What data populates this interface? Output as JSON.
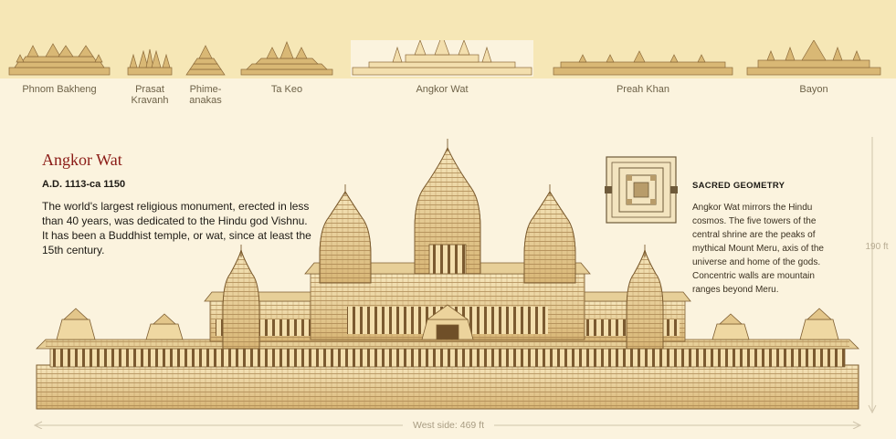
{
  "nav": {
    "items": [
      {
        "id": "phnom-bakheng",
        "label_lines": [
          "Phnom Bakheng"
        ],
        "selected": false
      },
      {
        "id": "prasat-kravanh",
        "label_lines": [
          "Prasat",
          "Kravanh"
        ],
        "selected": false
      },
      {
        "id": "phimeanakas",
        "label_lines": [
          "Phime-",
          "anakas"
        ],
        "selected": false
      },
      {
        "id": "ta-keo",
        "label_lines": [
          "Ta Keo"
        ],
        "selected": false
      },
      {
        "id": "angkor-wat",
        "label_lines": [
          "Angkor Wat"
        ],
        "selected": true
      },
      {
        "id": "preah-khan",
        "label_lines": [
          "Preah Khan"
        ],
        "selected": false
      },
      {
        "id": "bayon",
        "label_lines": [
          "Bayon"
        ],
        "selected": false
      }
    ]
  },
  "main": {
    "title": "Angkor Wat",
    "dates": "A.D. 1113-ca 1150",
    "description": "The world's largest religious monument, erected in less than 40 years, was dedicated to the Hindu god Vishnu. It has been a Buddhist temple, or wat, since at least the 15th century."
  },
  "sidebar": {
    "heading": "SACRED GEOMETRY",
    "text": "Angkor Wat mirrors the Hindu cosmos. The five towers of the central shrine are the peaks of mythical Mount Meru, axis of the universe and home of the gods. Concentric walls are mountain ranges beyond Meru."
  },
  "dimensions": {
    "height_label": "190 ft",
    "width_label": "West side: 469 ft"
  },
  "colors": {
    "accent_title": "#8b1b16",
    "strip": "#f6e7b6",
    "background": "#fbf3de",
    "stone_light": "#f3dfae",
    "stone_mid": "#d9b875",
    "stone_dark": "#8c6a3a"
  }
}
